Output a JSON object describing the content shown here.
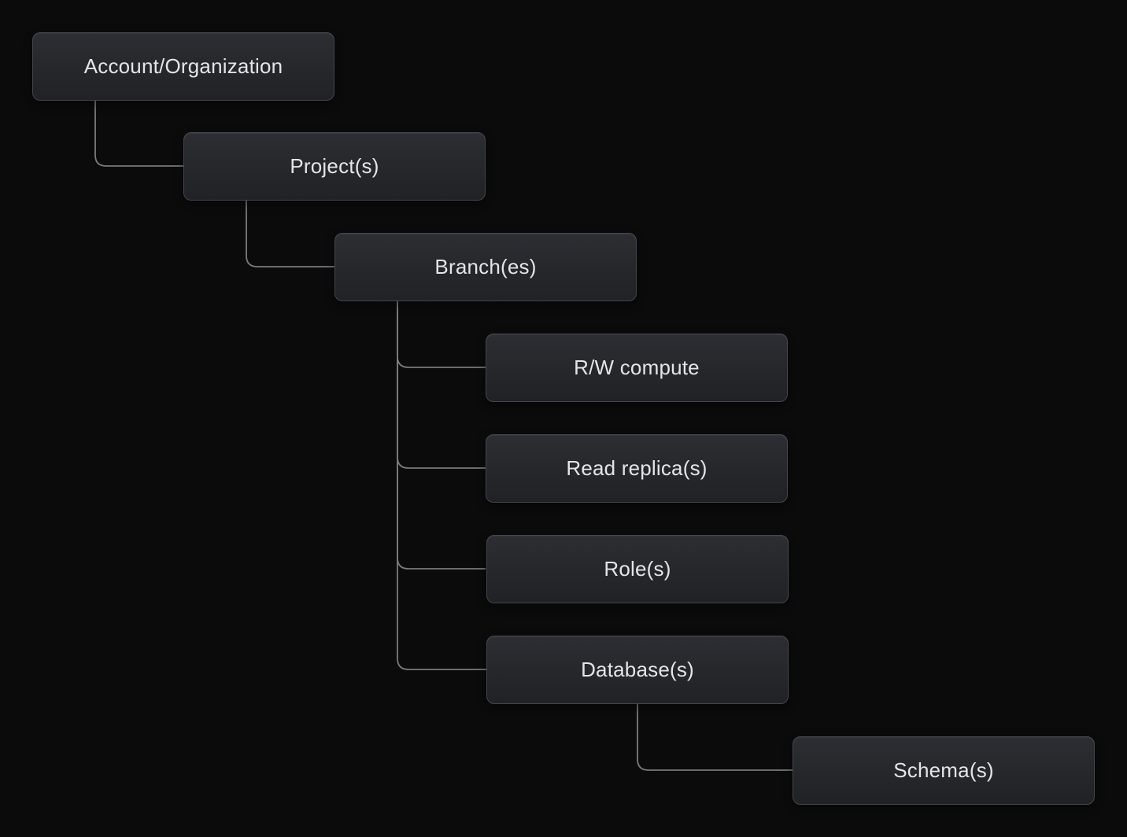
{
  "diagram": {
    "type": "tree-hierarchy",
    "colors": {
      "background": "#0b0b0c",
      "node_fill_top": "#2c2e33",
      "node_fill_bottom": "#202226",
      "node_border": "#43464c",
      "node_text": "#e4e5e8",
      "connector": "#7a7b7e"
    },
    "nodes": [
      {
        "id": "account",
        "label": "Account/Organization"
      },
      {
        "id": "project",
        "label": "Project(s)"
      },
      {
        "id": "branch",
        "label": "Branch(es)"
      },
      {
        "id": "rw_compute",
        "label": "R/W compute"
      },
      {
        "id": "read_replica",
        "label": "Read replica(s)"
      },
      {
        "id": "role",
        "label": "Role(s)"
      },
      {
        "id": "database",
        "label": "Database(s)"
      },
      {
        "id": "schema",
        "label": "Schema(s)"
      }
    ],
    "hierarchy": {
      "Account/Organization": {
        "Project(s)": {
          "Branch(es)": {
            "R/W compute": {},
            "Read replica(s)": {},
            "Role(s)": {},
            "Database(s)": {
              "Schema(s)": {}
            }
          }
        }
      }
    }
  }
}
